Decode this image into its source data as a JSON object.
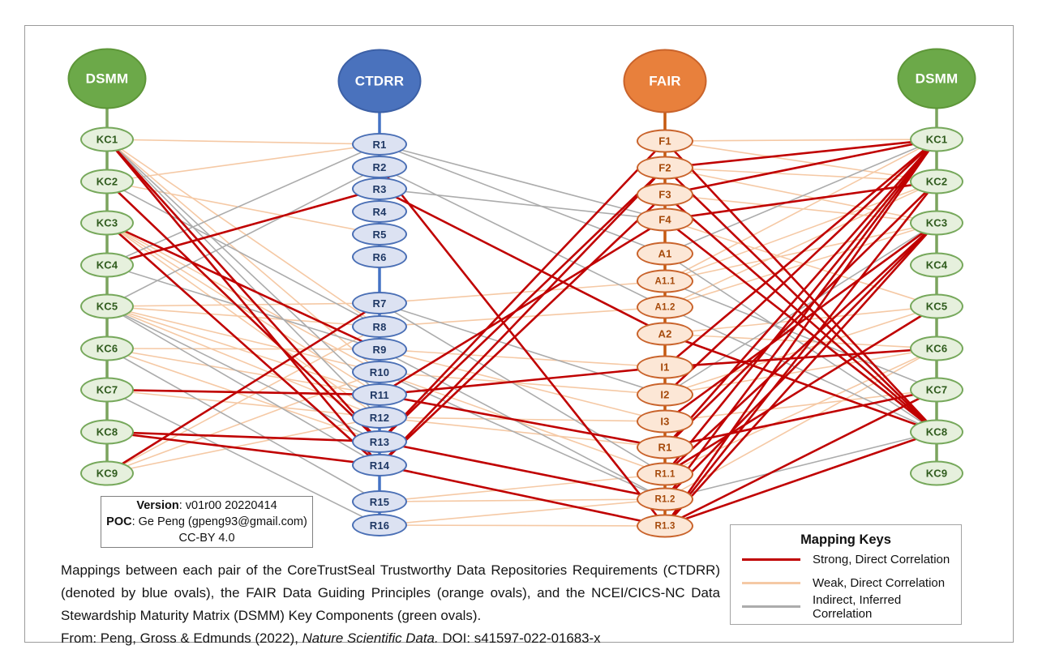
{
  "figure_type": "tri-framework correlation mapping diagram",
  "columns": [
    {
      "id": "L",
      "header": "DSMM",
      "theme": "green",
      "nodes": [
        "KC1",
        "KC2",
        "KC3",
        "KC4",
        "KC5",
        "KC6",
        "KC7",
        "KC8",
        "KC9"
      ]
    },
    {
      "id": "C",
      "header": "CTDRR",
      "theme": "blue",
      "nodes": [
        "R1",
        "R2",
        "R3",
        "R4",
        "R5",
        "R6",
        "R7",
        "R8",
        "R9",
        "R10",
        "R11",
        "R12",
        "R13",
        "R14",
        "R15",
        "R16"
      ]
    },
    {
      "id": "F",
      "header": "FAIR",
      "theme": "orange",
      "nodes": [
        "F1",
        "F2",
        "F3",
        "F4",
        "A1",
        "A1.1",
        "A1.2",
        "A2",
        "I1",
        "I2",
        "I3",
        "R1",
        "R1.1",
        "R1.2",
        "R1.3"
      ]
    },
    {
      "id": "R",
      "header": "DSMM",
      "theme": "green",
      "nodes": [
        "KC1",
        "KC2",
        "KC3",
        "KC4",
        "KC5",
        "KC6",
        "KC7",
        "KC8",
        "KC9"
      ]
    }
  ],
  "edges": {
    "strong": [
      [
        "L.KC1",
        "C.R13"
      ],
      [
        "L.KC1",
        "C.R14"
      ],
      [
        "L.KC2",
        "C.R13"
      ],
      [
        "L.KC3",
        "C.R9"
      ],
      [
        "L.KC3",
        "C.R14"
      ],
      [
        "L.KC4",
        "C.R3"
      ],
      [
        "L.KC7",
        "C.R11"
      ],
      [
        "L.KC8",
        "C.R13"
      ],
      [
        "L.KC8",
        "C.R14"
      ],
      [
        "L.KC9",
        "C.R7"
      ],
      [
        "C.R2",
        "F.R1.3"
      ],
      [
        "C.R3",
        "F.A2"
      ],
      [
        "C.R11",
        "F.F4"
      ],
      [
        "C.R11",
        "F.I1"
      ],
      [
        "C.R11",
        "F.R1"
      ],
      [
        "C.R13",
        "F.F1"
      ],
      [
        "C.R13",
        "F.F2"
      ],
      [
        "C.R13",
        "F.R1.2"
      ],
      [
        "C.R14",
        "F.F2"
      ],
      [
        "C.R14",
        "F.F3"
      ],
      [
        "C.R14",
        "F.R1.3"
      ],
      [
        "F.F2",
        "R.KC1"
      ],
      [
        "F.F3",
        "R.KC1"
      ],
      [
        "F.I1",
        "R.KC1"
      ],
      [
        "F.I2",
        "R.KC1"
      ],
      [
        "F.R1",
        "R.KC1"
      ],
      [
        "F.R1.1",
        "R.KC1"
      ],
      [
        "F.R1.2",
        "R.KC1"
      ],
      [
        "F.R1.3",
        "R.KC1"
      ],
      [
        "F.F4",
        "R.KC2"
      ],
      [
        "F.R1",
        "R.KC2"
      ],
      [
        "F.R1.3",
        "R.KC2"
      ],
      [
        "F.I3",
        "R.KC3"
      ],
      [
        "F.R1.1",
        "R.KC3"
      ],
      [
        "F.R1.2",
        "R.KC3"
      ],
      [
        "F.R1.3",
        "R.KC3"
      ],
      [
        "F.R1.1",
        "R.KC5"
      ],
      [
        "F.I1",
        "R.KC6"
      ],
      [
        "F.R1",
        "R.KC7"
      ],
      [
        "F.R1.3",
        "R.KC7"
      ],
      [
        "F.F1",
        "R.KC8"
      ],
      [
        "F.F2",
        "R.KC8"
      ],
      [
        "F.F3",
        "R.KC8"
      ],
      [
        "F.F4",
        "R.KC8"
      ],
      [
        "F.A2",
        "R.KC8"
      ],
      [
        "F.R1.3",
        "R.KC8"
      ]
    ],
    "weak": [
      [
        "L.KC1",
        "C.R1"
      ],
      [
        "L.KC2",
        "C.R1"
      ],
      [
        "L.KC2",
        "C.R5"
      ],
      [
        "L.KC1",
        "C.R8"
      ],
      [
        "L.KC1",
        "C.R10"
      ],
      [
        "L.KC3",
        "C.R10"
      ],
      [
        "L.KC3",
        "C.R11"
      ],
      [
        "L.KC3",
        "C.R12"
      ],
      [
        "L.KC5",
        "C.R7"
      ],
      [
        "L.KC5",
        "C.R8"
      ],
      [
        "L.KC5",
        "C.R10"
      ],
      [
        "L.KC5",
        "C.R11"
      ],
      [
        "L.KC5",
        "C.R12"
      ],
      [
        "L.KC6",
        "C.R9"
      ],
      [
        "L.KC6",
        "C.R11"
      ],
      [
        "L.KC6",
        "C.R13"
      ],
      [
        "L.KC7",
        "C.R12"
      ],
      [
        "L.KC9",
        "C.R8"
      ],
      [
        "L.KC9",
        "C.R10"
      ],
      [
        "L.KC9",
        "C.R12"
      ],
      [
        "C.R7",
        "F.A1.1"
      ],
      [
        "C.R8",
        "F.A1.2"
      ],
      [
        "C.R9",
        "F.I1"
      ],
      [
        "C.R9",
        "F.I3"
      ],
      [
        "C.R10",
        "F.I2"
      ],
      [
        "C.R10",
        "F.R1.1"
      ],
      [
        "C.R12",
        "F.R1"
      ],
      [
        "C.R12",
        "F.I3"
      ],
      [
        "C.R15",
        "F.R1.1"
      ],
      [
        "C.R15",
        "F.R1.2"
      ],
      [
        "C.R16",
        "F.R1.2"
      ],
      [
        "C.R16",
        "F.R1.3"
      ],
      [
        "F.F1",
        "R.KC1"
      ],
      [
        "F.A1.1",
        "R.KC1"
      ],
      [
        "F.F1",
        "R.KC2"
      ],
      [
        "F.F2",
        "R.KC2"
      ],
      [
        "F.A1.1",
        "R.KC2"
      ],
      [
        "F.A1.2",
        "R.KC2"
      ],
      [
        "F.F2",
        "R.KC3"
      ],
      [
        "F.F3",
        "R.KC3"
      ],
      [
        "F.A1.1",
        "R.KC3"
      ],
      [
        "F.A1.2",
        "R.KC3"
      ],
      [
        "F.F4",
        "R.KC5"
      ],
      [
        "F.A2",
        "R.KC5"
      ],
      [
        "F.I2",
        "R.KC5"
      ],
      [
        "F.A2",
        "R.KC6"
      ],
      [
        "F.I2",
        "R.KC6"
      ],
      [
        "F.R1.1",
        "R.KC6"
      ],
      [
        "F.R1.2",
        "R.KC6"
      ],
      [
        "F.I3",
        "R.KC7"
      ]
    ],
    "indirect": [
      [
        "L.KC1",
        "C.R11"
      ],
      [
        "L.KC1",
        "C.R12"
      ],
      [
        "L.KC2",
        "C.R8"
      ],
      [
        "L.KC4",
        "C.R1"
      ],
      [
        "L.KC4",
        "C.R9"
      ],
      [
        "L.KC5",
        "C.R2"
      ],
      [
        "L.KC5",
        "C.R13"
      ],
      [
        "L.KC5",
        "C.R14"
      ],
      [
        "L.KC6",
        "C.R15"
      ],
      [
        "L.KC7",
        "C.R16"
      ],
      [
        "C.R1",
        "F.F4"
      ],
      [
        "C.R1",
        "F.A1"
      ],
      [
        "C.R2",
        "F.A1.2"
      ],
      [
        "C.R3",
        "F.F4"
      ],
      [
        "C.R7",
        "F.I2"
      ],
      [
        "C.R7",
        "F.R1.1"
      ],
      [
        "C.R9",
        "F.R1.2"
      ],
      [
        "C.R10",
        "F.R1.2"
      ],
      [
        "F.A1",
        "R.KC1"
      ],
      [
        "F.A1",
        "R.KC8"
      ],
      [
        "F.A1.1",
        "R.KC7"
      ],
      [
        "F.A1.2",
        "R.KC8"
      ],
      [
        "F.R1.2",
        "R.KC8"
      ],
      [
        "F.I2",
        "R.KC3"
      ]
    ]
  },
  "legend": {
    "title": "Mapping Keys",
    "items": [
      {
        "type": "strong",
        "label": "Strong, Direct Correlation"
      },
      {
        "type": "weak",
        "label": "Weak, Direct Correlation"
      },
      {
        "type": "indirect",
        "label": "Indirect, Inferred Correlation"
      }
    ]
  },
  "version_box": {
    "line1_label": "Version",
    "line1_value": ": v01r00 20220414",
    "line2_label": "POC",
    "line2_value": ": Ge Peng (gpeng93@gmail.com)",
    "line3": "CC-BY 4.0"
  },
  "caption": {
    "body": "Mappings between each pair of the CoreTrustSeal Trustworthy Data Repositories Requirements (CTDRR) (denoted by blue ovals), the FAIR Data Guiding Principles (orange ovals), and the NCEI/CICS-NC Data Stewardship Maturity Matrix (DSMM) Key Components (green ovals).",
    "from_prefix": "From: Peng, Gross & Edmunds (2022), ",
    "from_italic": "Nature Scientific Data.",
    "from_suffix": " DOI: s41597-022-01683-x"
  },
  "colors": {
    "strong": "#C00000",
    "weak": "#F5C9A5",
    "indirect": "#ACACAC",
    "themes": {
      "green": {
        "header_fill": "#6CA949",
        "header_border": "#5D9638",
        "node_fill": "#E6F0DD",
        "node_border": "#76A85B",
        "node_text": "#2F5B1D",
        "chain": "#7BA45E"
      },
      "blue": {
        "header_fill": "#4A72BD",
        "header_border": "#3C60A6",
        "node_fill": "#DCE2F2",
        "node_border": "#4A6FB5",
        "node_text": "#1F3864",
        "chain": "#4472C4"
      },
      "orange": {
        "header_fill": "#E8803C",
        "header_border": "#C9632B",
        "node_fill": "#FCE7D6",
        "node_border": "#C9632B",
        "node_text": "#A64A0B",
        "chain": "#C55A11"
      }
    }
  }
}
